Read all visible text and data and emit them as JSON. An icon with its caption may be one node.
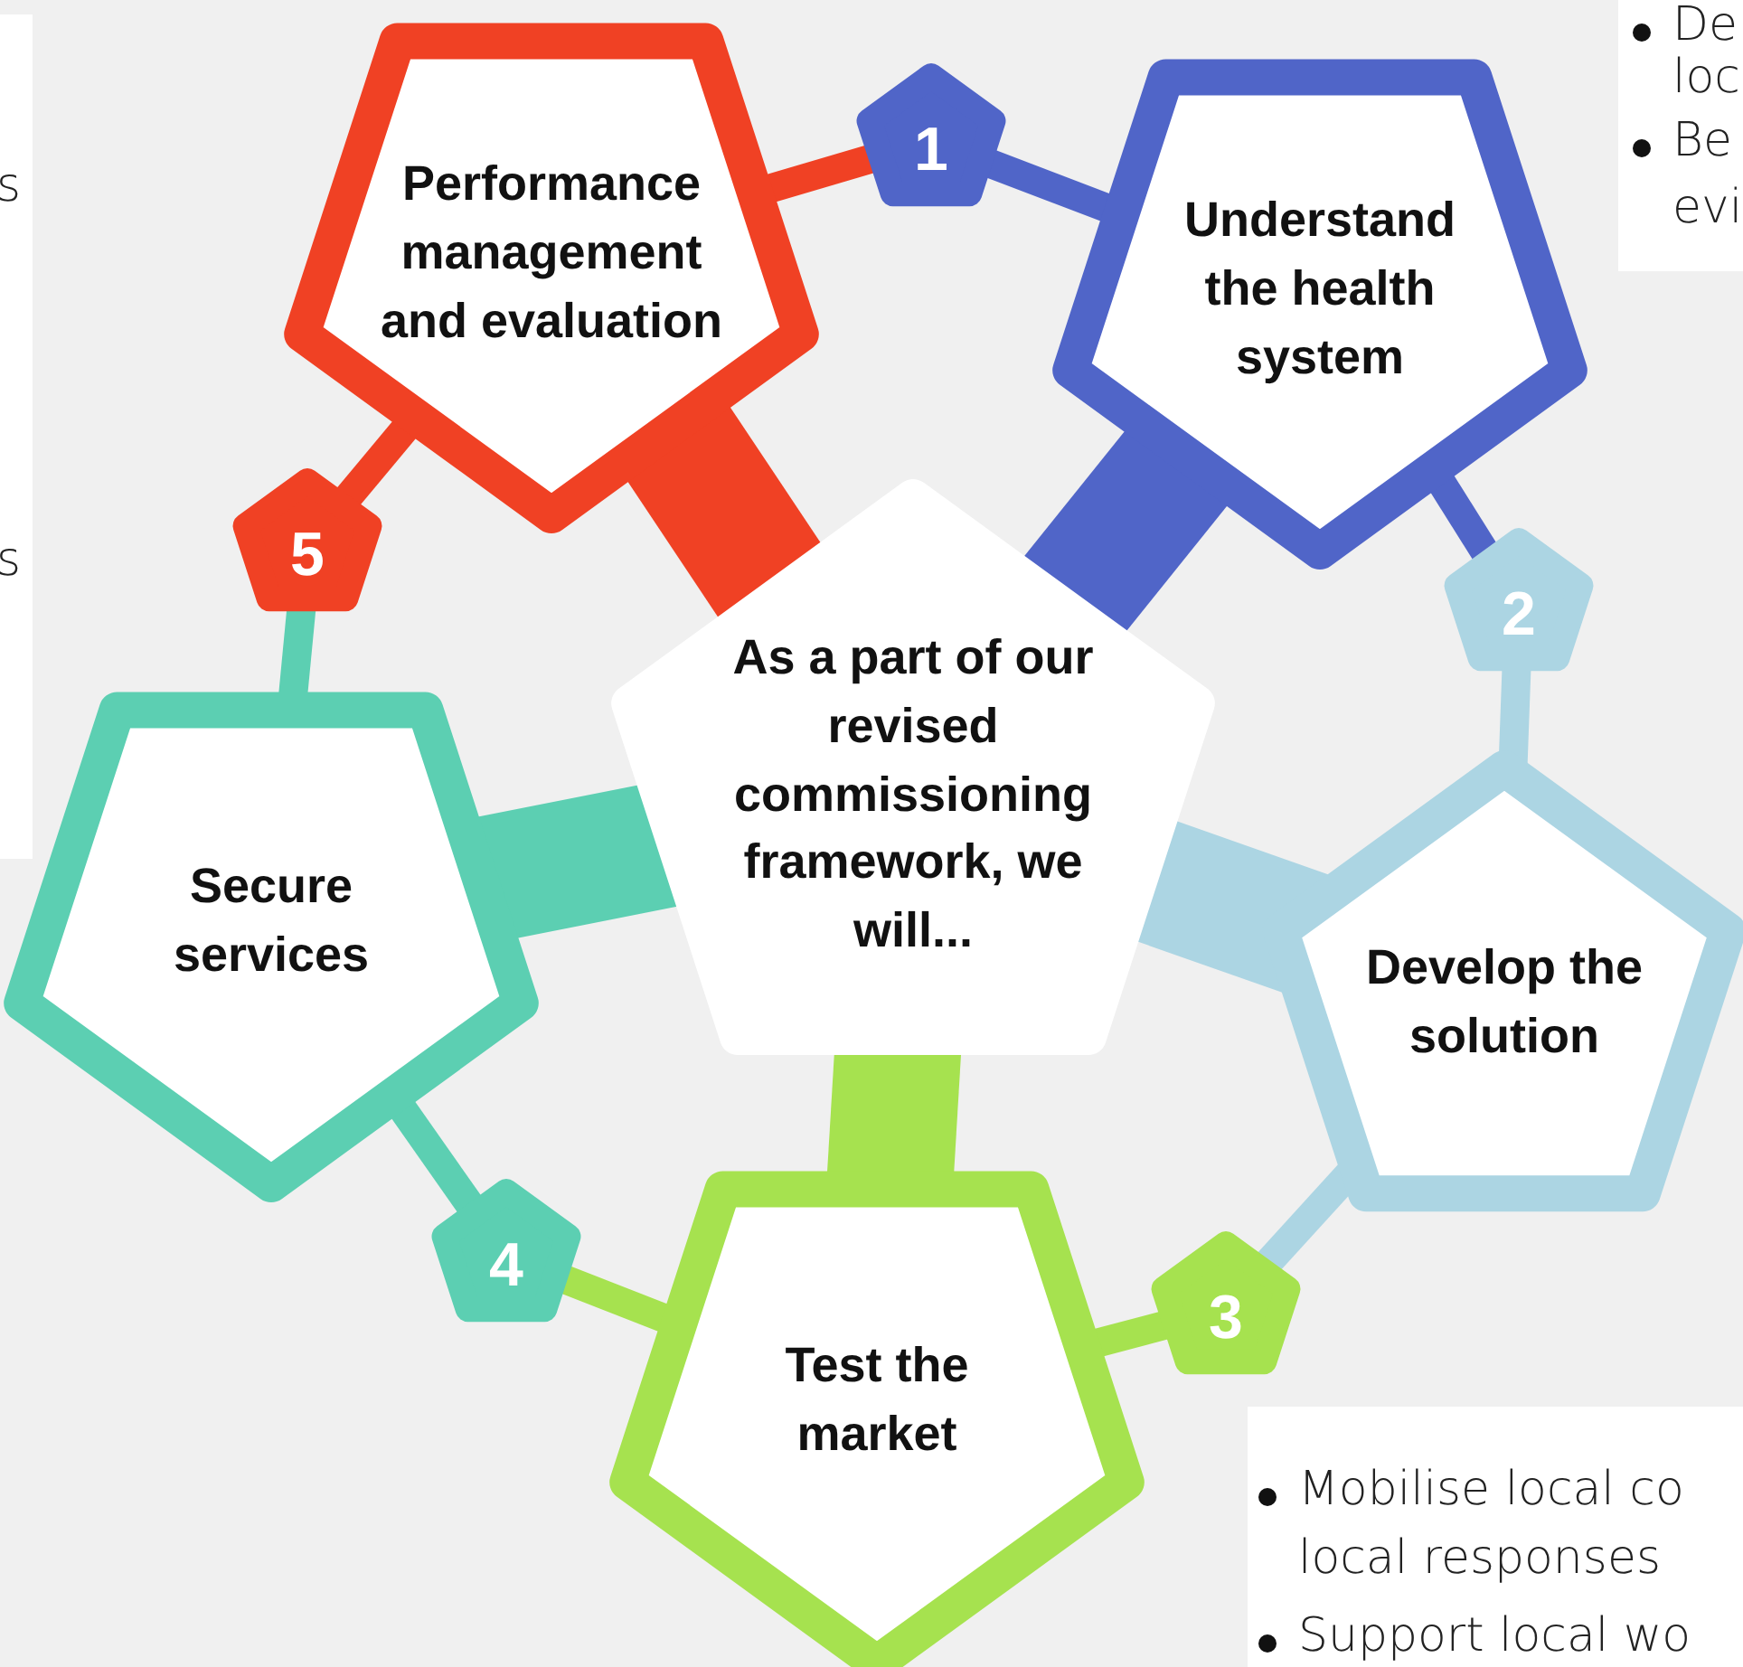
{
  "diagram": {
    "nodes": [
      {
        "text": [
          "As a part of our revised commissioning framework, we will..."
        ]
      },
      {
        "text": [
          "Performance management and evaluation"
        ]
      },
      {
        "text": [
          "Understand the health system"
        ]
      },
      {
        "text": [
          "Develop the solution"
        ]
      },
      {
        "text": [
          "Test the market"
        ]
      },
      {
        "text": [
          "Secure services"
        ]
      },
      {
        "text": [
          "1"
        ]
      },
      {
        "text": [
          "2"
        ]
      },
      {
        "text": [
          "3"
        ]
      },
      {
        "text": [
          "4"
        ]
      },
      {
        "text": [
          "5"
        ]
      }
    ],
    "edges": [
      {
        "from": 0,
        "to": 1,
        "arrow": "none",
        "style": "thick",
        "color": "#f04124"
      },
      {
        "from": 0,
        "to": 2,
        "arrow": "none",
        "style": "thick",
        "color": "#5065c8"
      },
      {
        "from": 0,
        "to": 3,
        "arrow": "none",
        "style": "thick",
        "color": "#acd5e3"
      },
      {
        "from": 0,
        "to": 4,
        "arrow": "none",
        "style": "thick",
        "color": "#a6e24f"
      },
      {
        "from": 0,
        "to": 5,
        "arrow": "none",
        "style": "thick",
        "color": "#5ccfb2"
      },
      {
        "from": 1,
        "to": 6,
        "arrow": "none",
        "color": "#f04124"
      },
      {
        "from": 2,
        "to": 6,
        "arrow": "none",
        "color": "#5065c8"
      },
      {
        "from": 2,
        "to": 7,
        "arrow": "none",
        "color": "#5065c8"
      },
      {
        "from": 3,
        "to": 7,
        "arrow": "none",
        "color": "#acd5e3"
      },
      {
        "from": 3,
        "to": 8,
        "arrow": "none",
        "color": "#acd5e3"
      },
      {
        "from": 4,
        "to": 8,
        "arrow": "none",
        "color": "#a6e24f"
      },
      {
        "from": 4,
        "to": 9,
        "arrow": "none",
        "color": "#a6e24f"
      },
      {
        "from": 5,
        "to": 9,
        "arrow": "none",
        "color": "#5ccfb2"
      },
      {
        "from": 5,
        "to": 10,
        "arrow": "none",
        "color": "#5ccfb2"
      },
      {
        "from": 1,
        "to": 10,
        "arrow": "none",
        "color": "#f04124"
      }
    ],
    "labels": [
      "s",
      "s",
      "De",
      "loc",
      "Be",
      "evi",
      "Mobilise local co",
      "local responses",
      "Support local wo"
    ]
  }
}
